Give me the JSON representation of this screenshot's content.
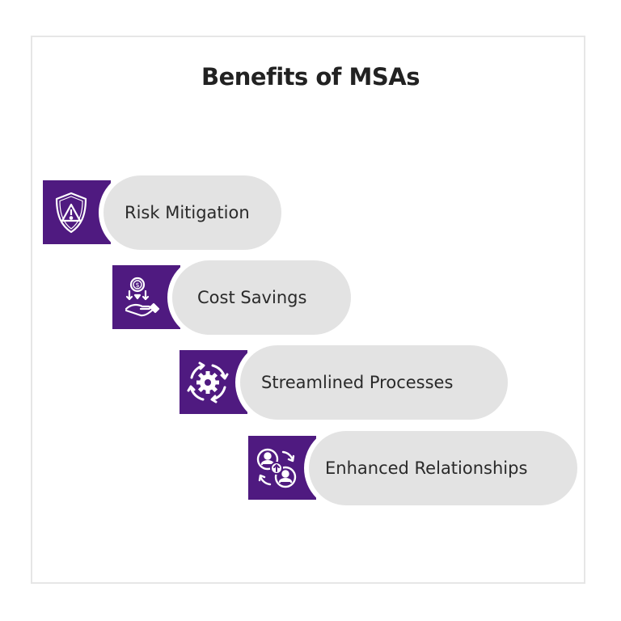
{
  "title": "Benefits of MSAs",
  "colors": {
    "icon_bg": "#4f1a80",
    "pill_bg": "#e3e3e3",
    "text": "#2a2a2a",
    "frame_border": "#e6e6e6"
  },
  "items": [
    {
      "label": "Risk Mitigation",
      "icon": "shield-warning-icon"
    },
    {
      "label": "Cost Savings",
      "icon": "hand-money-icon"
    },
    {
      "label": "Streamlined Processes",
      "icon": "gear-cycle-icon"
    },
    {
      "label": "Enhanced Relationships",
      "icon": "people-exchange-icon"
    }
  ]
}
